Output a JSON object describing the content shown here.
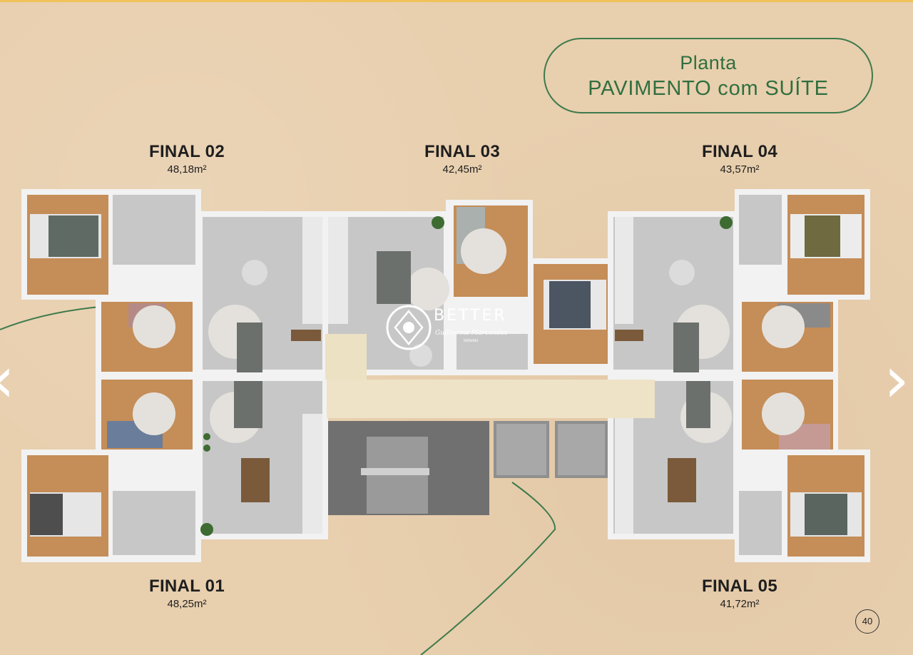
{
  "title": {
    "line1": "Planta",
    "line2": "PAVIMENTO com SUÍTE"
  },
  "units": [
    {
      "id": "final-02",
      "name": "FINAL 02",
      "area": "48,18m²"
    },
    {
      "id": "final-03",
      "name": "FINAL 03",
      "area": "42,45m²"
    },
    {
      "id": "final-04",
      "name": "FINAL 04",
      "area": "43,57m²"
    },
    {
      "id": "final-01",
      "name": "FINAL 01",
      "area": "48,25m²"
    },
    {
      "id": "final-05",
      "name": "FINAL 05",
      "area": "41,72m²"
    }
  ],
  "watermark": {
    "brand": "BETTER",
    "subtitle": "Guilherme Marcondes",
    "tagline": "imóveis"
  },
  "navigation": {
    "prev_icon": "chevron-left-icon",
    "next_icon": "chevron-right-icon",
    "prev_glyph": "‹",
    "next_glyph": "›"
  },
  "page_number": "40",
  "colors": {
    "accent_green": "#3d7a4c",
    "paper": "#e8cfae",
    "floor_gray": "#c9c9c9",
    "wood": "#c9955e",
    "wall": "#f4f4f4"
  }
}
